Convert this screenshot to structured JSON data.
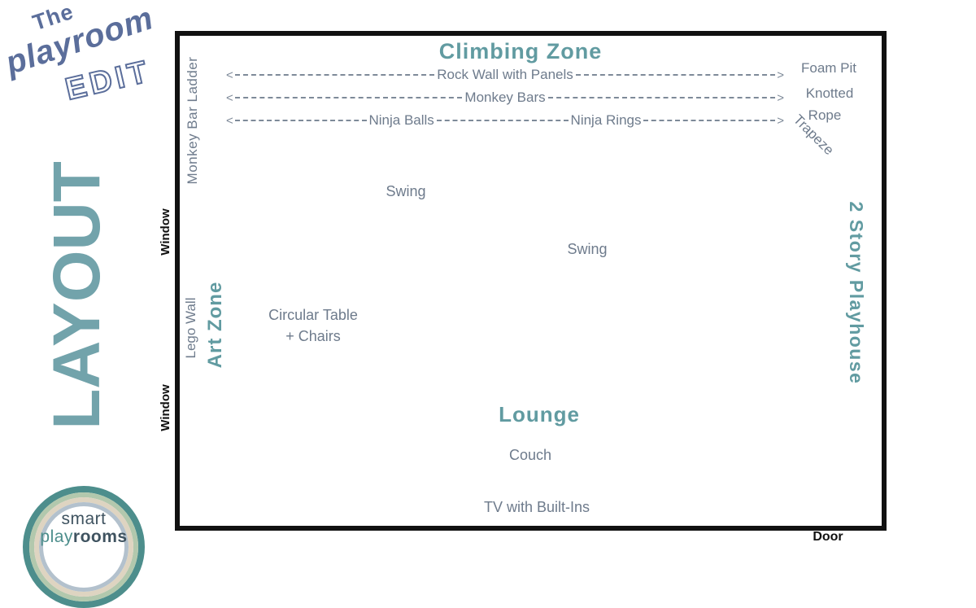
{
  "brand": {
    "the": "The",
    "playroom": "playroom",
    "edit": "EDIT"
  },
  "sidebar": {
    "title": "LAYOUT",
    "window_1": "Window",
    "window_2": "Window"
  },
  "room": {
    "climbing": {
      "title": "Climbing Zone",
      "row1": {
        "left_arrow": "<",
        "label": "Rock Wall with Panels",
        "right_arrow": ">"
      },
      "row2": {
        "left_arrow": "<",
        "label": "Monkey Bars",
        "right_arrow": ">"
      },
      "row3": {
        "left_arrow": "<",
        "label_a": "Ninja Balls",
        "label_b": "Ninja Rings",
        "right_arrow": ">"
      },
      "foam_pit": "Foam Pit",
      "knotted": "Knotted",
      "rope": "Rope",
      "trapeze": "Trapeze",
      "monkey_bar_ladder": "Monkey Bar Ladder"
    },
    "swing_1": "Swing",
    "swing_2": "Swing",
    "art": {
      "lego_wall": "Lego Wall",
      "zone": "Art Zone",
      "table_line1": "Circular Table",
      "table_line2": "+ Chairs"
    },
    "playhouse": "2 Story Playhouse",
    "lounge": {
      "title": "Lounge",
      "couch": "Couch",
      "tv": "TV with Built-Ins"
    },
    "door": "Door"
  },
  "footer_logo": {
    "smart": "smart",
    "play": "play",
    "rooms": "rooms"
  },
  "colors": {
    "accent_teal": "#619ba1",
    "layout_teal": "#72a3ab",
    "label_gray": "#6e7b8c",
    "brand_blue": "#5b6e9b",
    "wall_black": "#111111",
    "logo_ring_teal": "#4d8e8c",
    "logo_ring_sage": "#b2c8ad",
    "logo_ring_cream": "#ded4c1",
    "logo_ring_blue": "#b3c1cd"
  }
}
